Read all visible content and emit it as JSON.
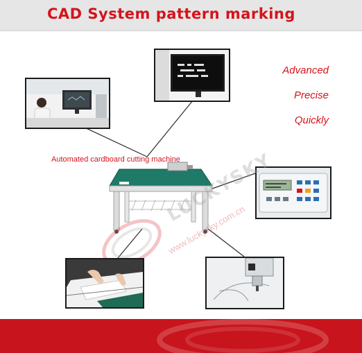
{
  "header": {
    "title": "CAD System pattern marking"
  },
  "taglines": [
    "Advanced",
    "Precise",
    "Quickly"
  ],
  "machine": {
    "label": "Automated cardboard  cutting machine"
  },
  "watermark": {
    "brand": "LUCKYSKY",
    "url": "www.luckysky.com.cn"
  },
  "colors": {
    "accent": "#d4141c",
    "header_bg": "#e6e6e6",
    "footer_bg": "#c8141c",
    "machine_table": "#1f7a67"
  }
}
